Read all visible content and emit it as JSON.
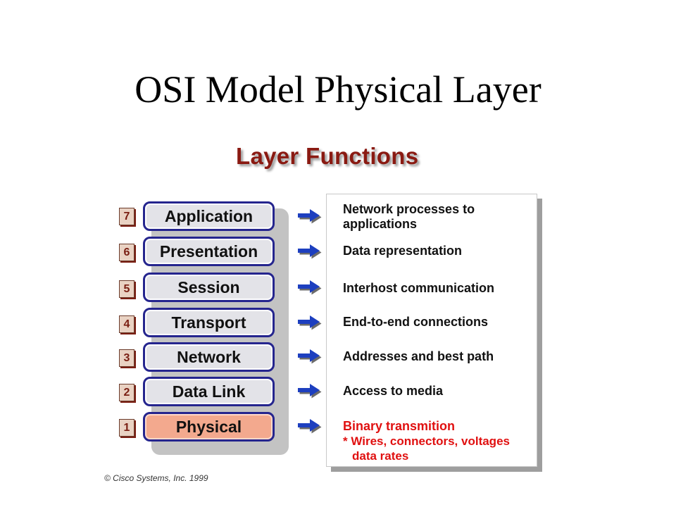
{
  "title": "OSI Model Physical Layer",
  "subtitle": "Layer Functions",
  "layers": [
    {
      "number": "7",
      "name": "Application",
      "function": "Network processes to applications"
    },
    {
      "number": "6",
      "name": "Presentation",
      "function": "Data representation"
    },
    {
      "number": "5",
      "name": "Session",
      "function": "Interhost communication"
    },
    {
      "number": "4",
      "name": "Transport",
      "function": "End-to-end connections"
    },
    {
      "number": "3",
      "name": "Network",
      "function": "Addresses and best path"
    },
    {
      "number": "2",
      "name": "Data Link",
      "function": "Access to media"
    },
    {
      "number": "1",
      "name": "Physical",
      "function": "Binary transmition",
      "detail_line1": "* Wires, connectors, voltages",
      "detail_line2": "data rates",
      "highlighted": true
    }
  ],
  "application_function_lines": [
    "Network processes to",
    "applications"
  ],
  "copyright": "© Cisco Systems, Inc. 1999",
  "colors": {
    "title_text": "#000000",
    "subtitle_text": "#8a1a12",
    "layer_border": "#25258e",
    "layer_fill": "#e3e3e8",
    "highlight_fill": "#f3a98e",
    "highlight_text": "#e01010",
    "arrow": "#1d3fbf"
  },
  "icons": {
    "arrow": "right-arrow-icon"
  }
}
